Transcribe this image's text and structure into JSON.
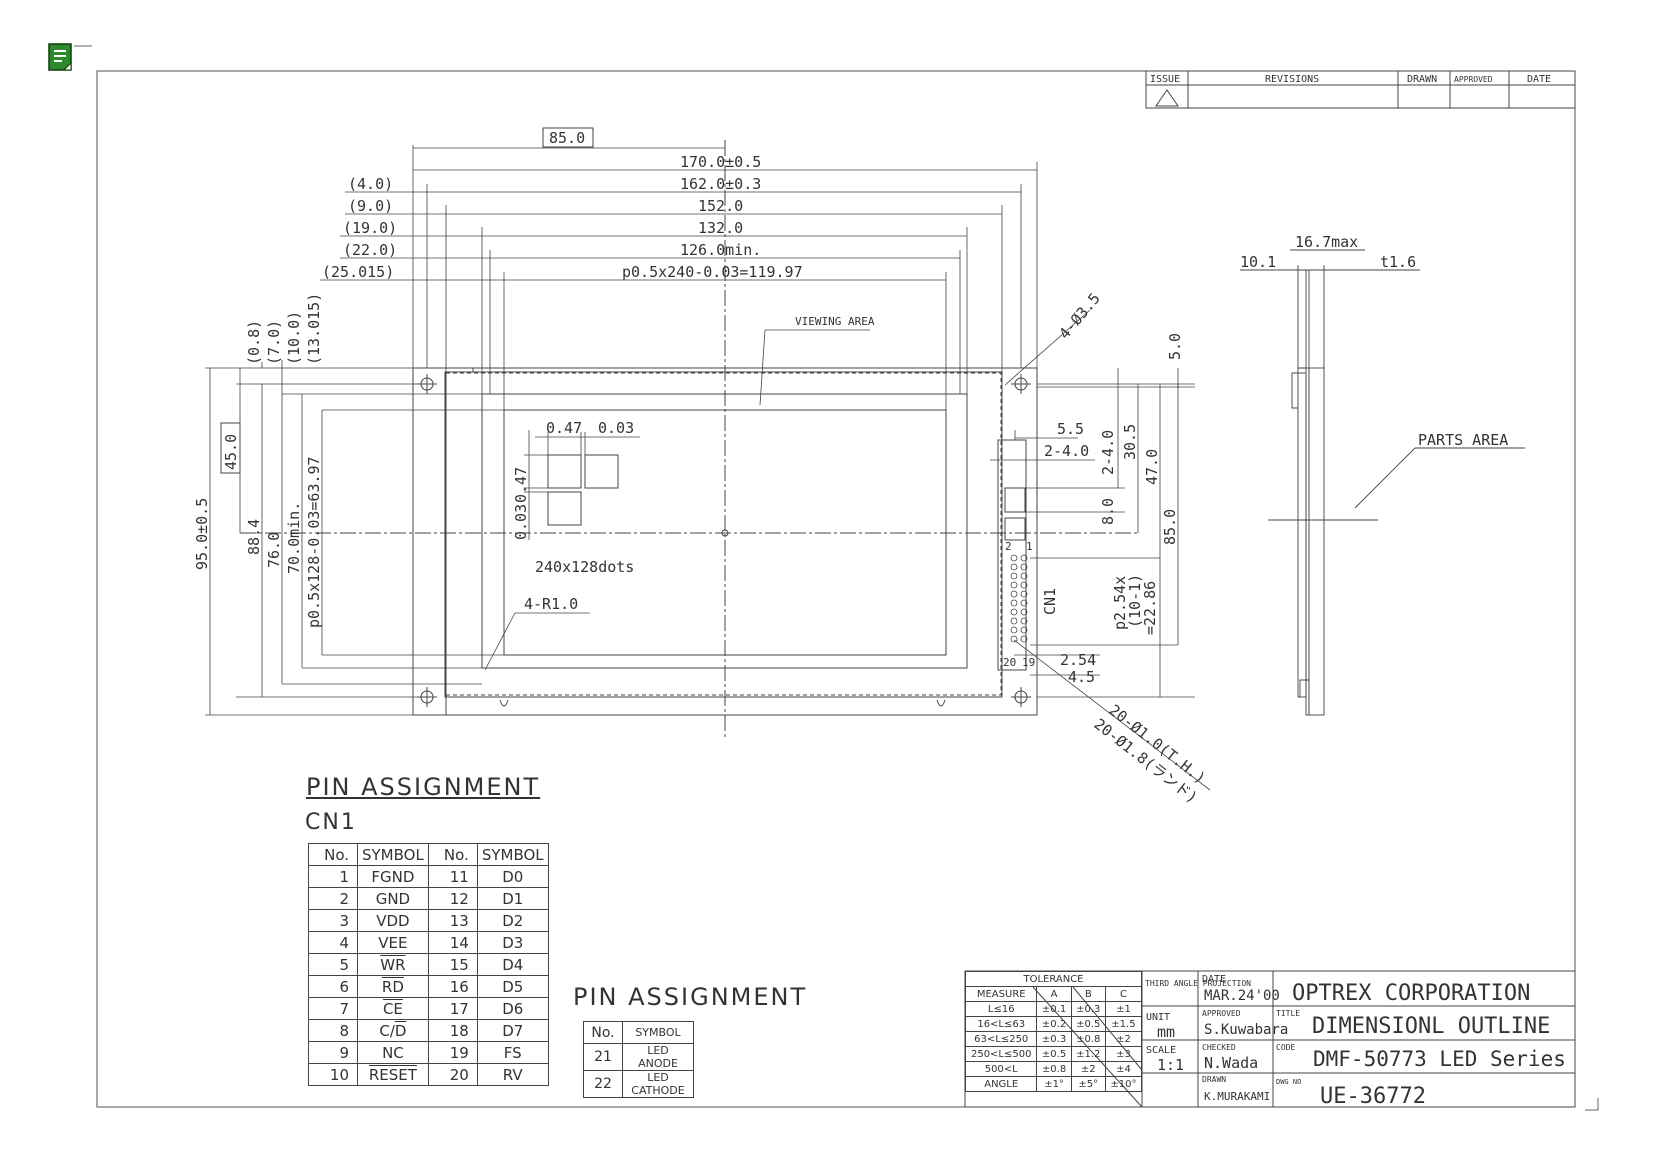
{
  "revision_table": {
    "issue": "ISSUE",
    "revisions": "REVISIONS",
    "drawn": "DRAWN",
    "approved": "APPROVED",
    "date": "DATE"
  },
  "dimensions": {
    "width_half": "85.0",
    "w1": "170.0±0.5",
    "w2": "162.0±0.3",
    "w3": "152.0",
    "w4": "132.0",
    "w5": "126.0min.",
    "w6": "p0.5x240-0.03=119.97",
    "l1": "(4.0)",
    "l2": "(9.0)",
    "l3": "(19.0)",
    "l4": "(22.0)",
    "l5": "(25.015)",
    "v_a": "(0.8)",
    "v_b": "(7.0)",
    "v_c": "(10.0)",
    "v_d": "(13.015)",
    "h_total": "95.0±0.5",
    "h_half": "45.0",
    "h1": "88.4",
    "h2": "76.0",
    "h3": "70.0min.",
    "h4": "p0.5x128-0.03=63.97",
    "dot1": "0.47",
    "dot2": "0.03",
    "dot3": "0.47",
    "dot4": "0.03",
    "dots": "240x128dots",
    "radius": "4-R1.0",
    "viewing": "VIEWING AREA",
    "holes": "4-Ø3.5",
    "r1": "5.0",
    "r2": "5.5",
    "r3": "2-4.0",
    "r4": "2-4.0",
    "r5": "30.5",
    "r6": "47.0",
    "r7": "8.0",
    "r8": "85.0",
    "pitch": "p2.54x",
    "pitch2": "(10-1)",
    "pitch3": "=22.86",
    "cn": "CN1",
    "pin2": "2",
    "pin1": "1",
    "pin20": "20",
    "pin19": "19",
    "d254": "2.54",
    "d45": "4.5",
    "th1": "20-Ø1.0(T.H.)",
    "th2": "20-Ø1.8(ランド)",
    "s1": "16.7max",
    "s2": "10.1",
    "s3": "t1.6",
    "parts": "PARTS AREA"
  },
  "pin_assignment": {
    "title": "PIN ASSIGNMENT",
    "connector": "CN1",
    "headers": [
      "No.",
      "SYMBOL",
      "No.",
      "SYMBOL"
    ],
    "rows": [
      [
        "1",
        "FGND",
        "11",
        "D0"
      ],
      [
        "2",
        "GND",
        "12",
        "D1"
      ],
      [
        "3",
        "VDD",
        "13",
        "D2"
      ],
      [
        "4",
        "VEE",
        "14",
        "D3"
      ],
      [
        "5",
        "WR",
        "15",
        "D4"
      ],
      [
        "6",
        "RD",
        "16",
        "D5"
      ],
      [
        "7",
        "CE",
        "17",
        "D6"
      ],
      [
        "8",
        "C/D",
        "18",
        "D7"
      ],
      [
        "9",
        "NC",
        "19",
        "FS"
      ],
      [
        "10",
        "RESET",
        "20",
        "RV"
      ]
    ]
  },
  "led_assignment": {
    "title": "PIN ASSIGNMENT",
    "headers": [
      "No.",
      "SYMBOL"
    ],
    "rows": [
      [
        "21",
        "LED ANODE"
      ],
      [
        "22",
        "LED CATHODE"
      ]
    ]
  },
  "title_block": {
    "tolerance": "TOLERANCE",
    "measure": "MEASURE",
    "col_a": "A",
    "col_b": "B",
    "col_c": "C",
    "tol_rows": [
      [
        "L≤16",
        "±0.1",
        "±0.3",
        "±1"
      ],
      [
        "16<L≤63",
        "±0.2",
        "±0.5",
        "±1.5"
      ],
      [
        "63<L≤250",
        "±0.3",
        "±0.8",
        "±2"
      ],
      [
        "250<L≤500",
        "±0.5",
        "±1.2",
        "±3"
      ],
      [
        "500<L",
        "±0.8",
        "±2",
        "±4"
      ],
      [
        "ANGLE",
        "±1°",
        "±5°",
        "±10°"
      ]
    ],
    "projection": "THIRD ANGLE PROJECTION",
    "unit_label": "UNIT",
    "unit": "mm",
    "scale_label": "SCALE",
    "scale": "1:1",
    "date_label": "DATE",
    "date": "MAR.24'00",
    "approved_label": "APPROVED",
    "approved": "S.Kuwabara",
    "checked_label": "CHECKED",
    "checked": "N.Wada",
    "drawn_label": "DRAWN",
    "drawn": "K.MURAKAMI",
    "company": "OPTREX CORPORATION",
    "title_label": "TITLE",
    "title": "DIMENSIONL OUTLINE",
    "code_label": "CODE",
    "code": "DMF-50773 LED Series",
    "dwg_label": "DWG NO",
    "dwg_no": "UE-36772"
  }
}
